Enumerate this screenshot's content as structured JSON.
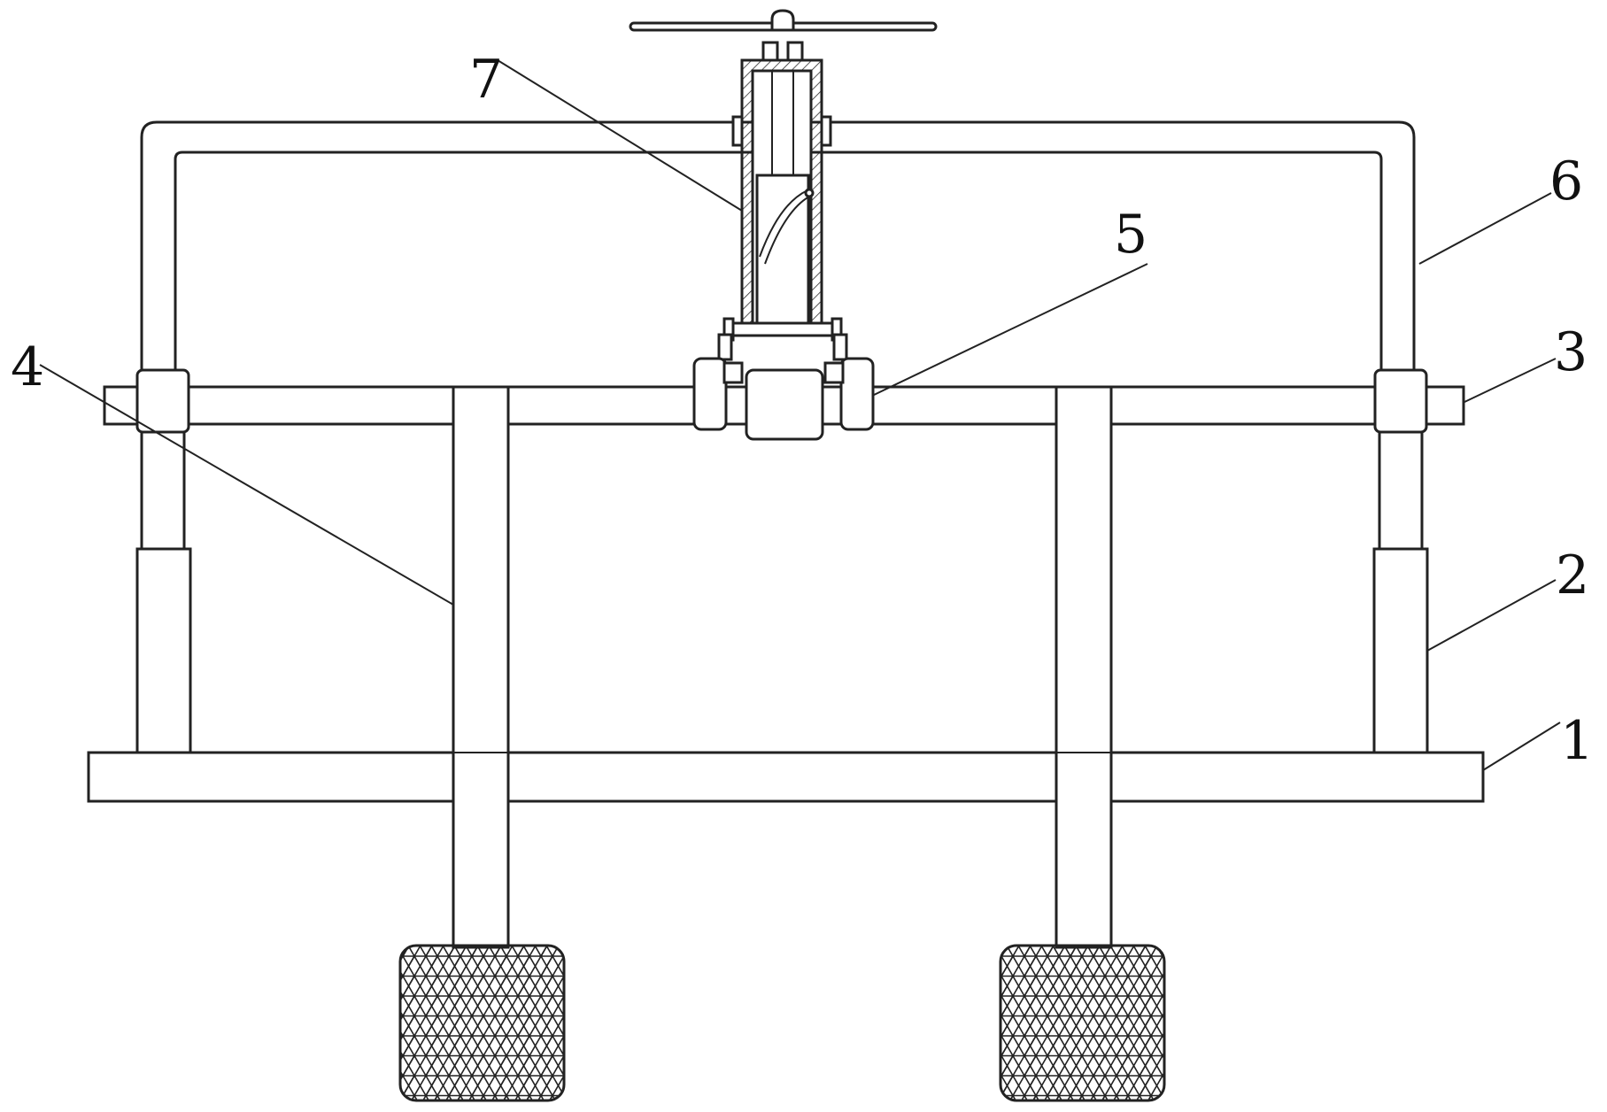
{
  "labels": {
    "n1": "1",
    "n2": "2",
    "n3": "3",
    "n4": "4",
    "n5": "5",
    "n6": "6",
    "n7": "7"
  },
  "colors": {
    "line": "#222222",
    "background": "#ffffff"
  }
}
